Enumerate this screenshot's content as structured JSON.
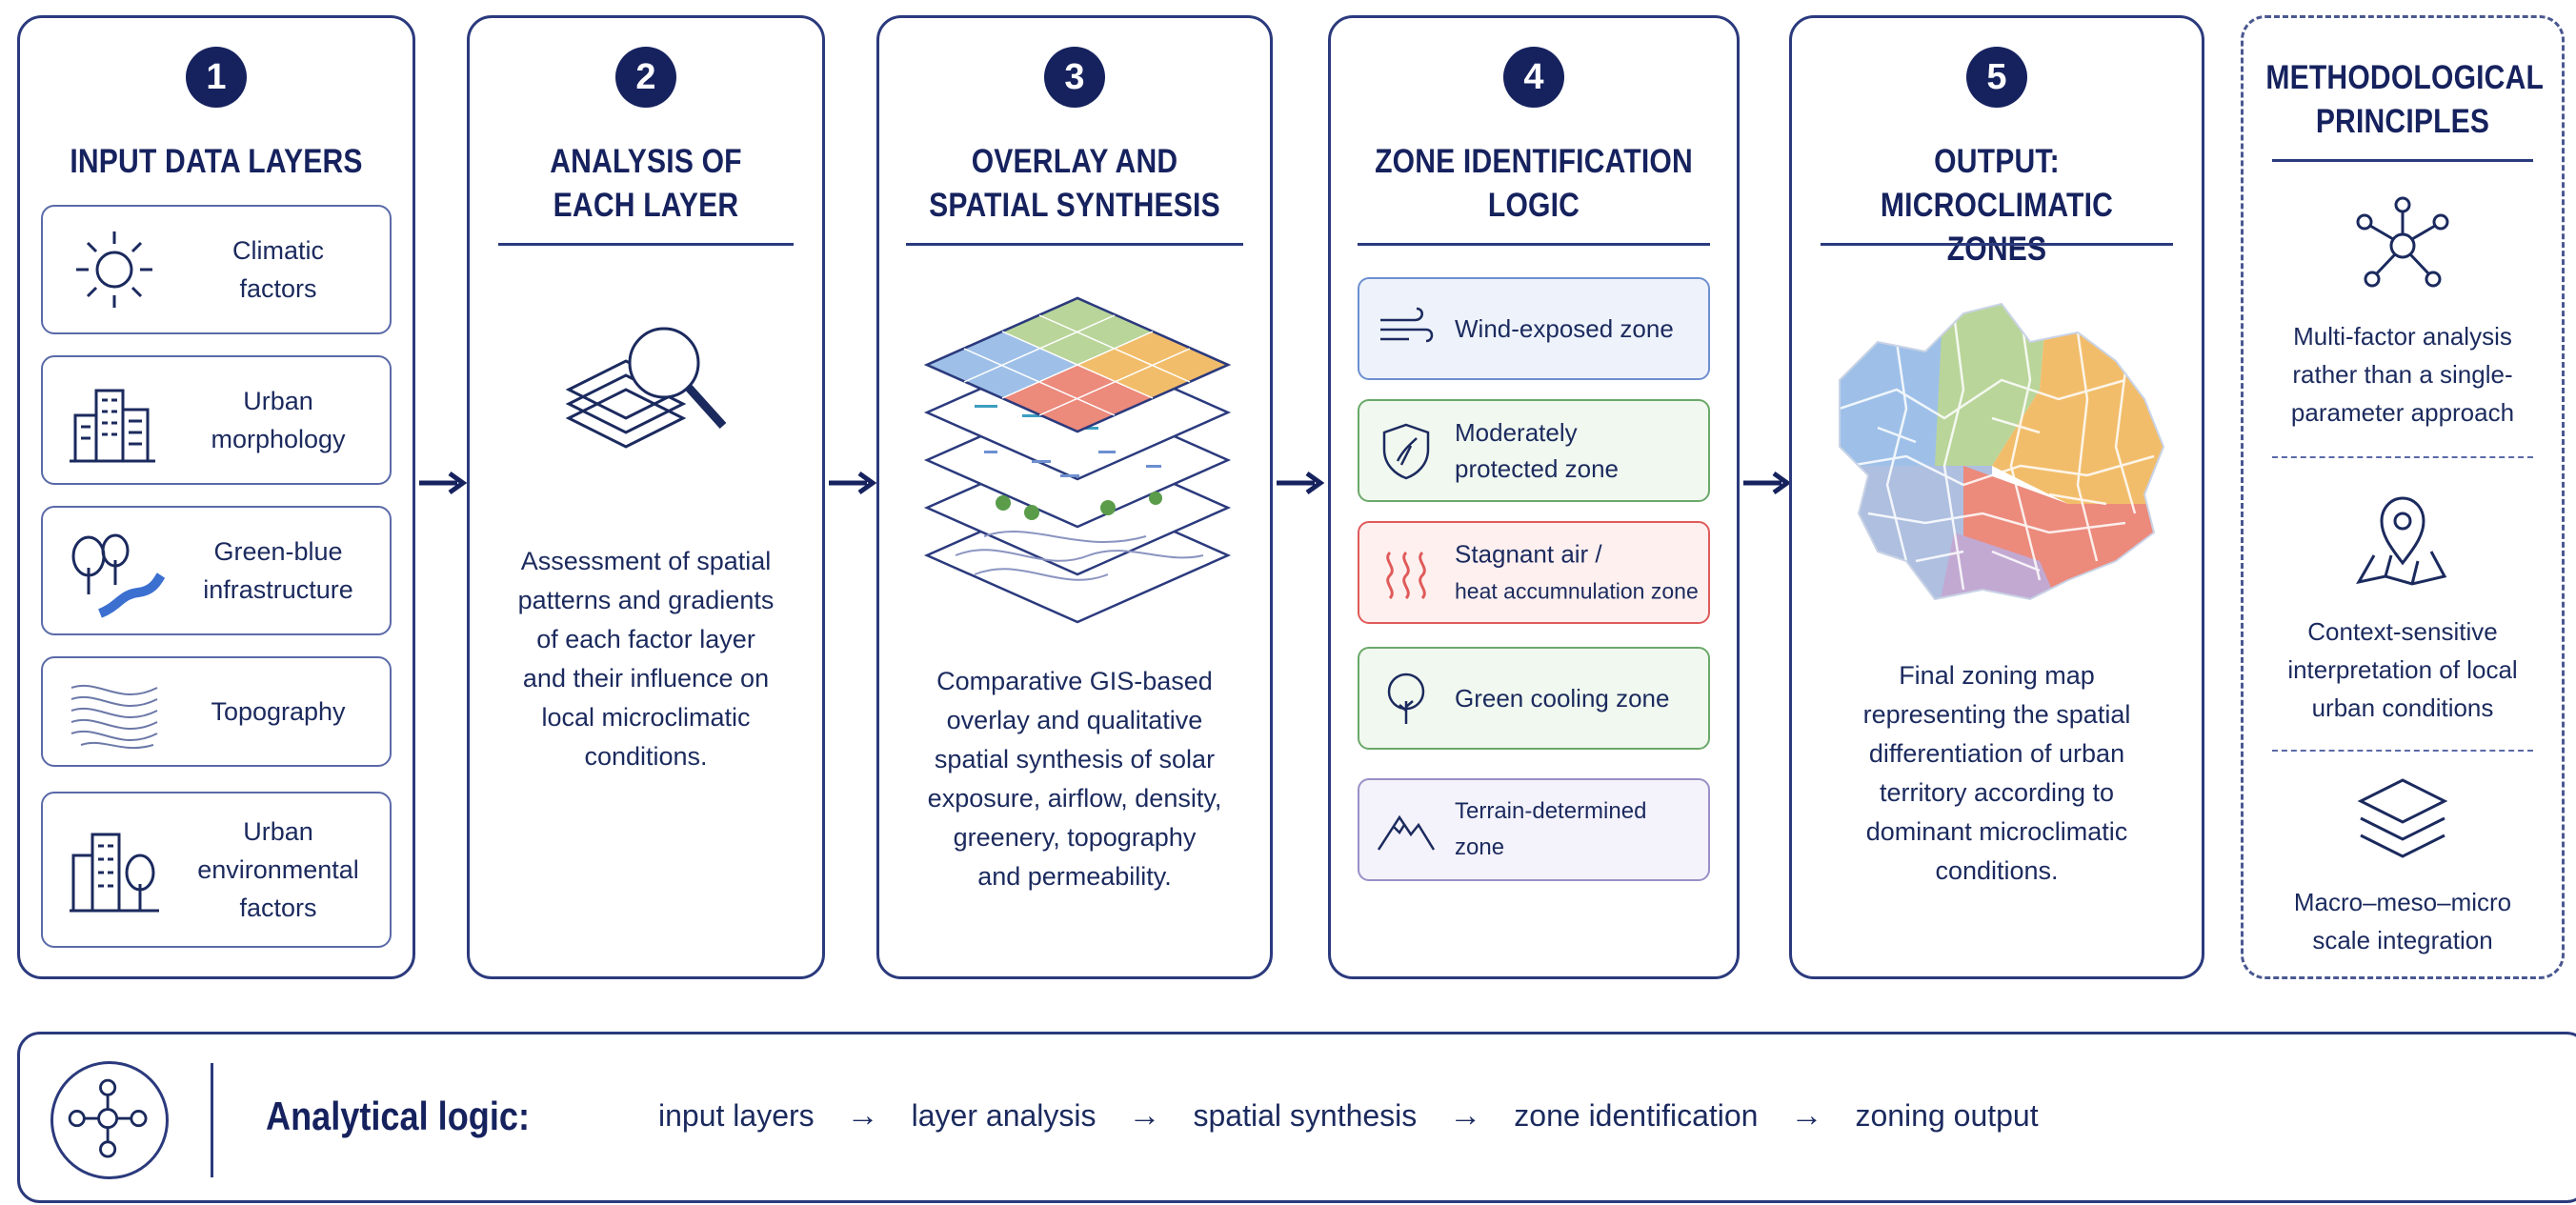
{
  "steps": [
    {
      "number": "1",
      "title_l1": "INPUT DATA LAYERS"
    },
    {
      "number": "2",
      "title_l1": "ANALYSIS OF",
      "title_l2": "EACH LAYER",
      "desc": [
        "Assessment of spatial",
        "patterns and gradients",
        "of each factor layer",
        "and their influence on",
        "local microclimatic",
        "conditions."
      ]
    },
    {
      "number": "3",
      "title_l1": "OVERLAY AND",
      "title_l2": "SPATIAL SYNTHESIS",
      "desc": [
        "Comparative GIS-based",
        "overlay and qualitative",
        "spatial synthesis of solar",
        "exposure, airflow, density,",
        "greenery, topography",
        "and permeability."
      ]
    },
    {
      "number": "4",
      "title_l1": "ZONE IDENTIFICATION",
      "title_l2": "LOGIC"
    },
    {
      "number": "5",
      "title_l1": "OUTPUT: MICROCLIMATIC",
      "title_l2": "ZONES",
      "desc": [
        "Final zoning map",
        "representing the spatial",
        "differentiation of urban",
        "territory according to",
        "dominant microclimatic",
        "conditions."
      ]
    }
  ],
  "inputs": [
    {
      "icon": "sun-icon",
      "l1": "Climatic",
      "l2": "factors"
    },
    {
      "icon": "buildings-icon",
      "l1": "Urban",
      "l2": "morphology"
    },
    {
      "icon": "tree-river-icon",
      "l1": "Green-blue",
      "l2": "infrastructure"
    },
    {
      "icon": "contour-lines-icon",
      "l1": "Topography",
      "l2": ""
    },
    {
      "icon": "building-tree-icon",
      "l1": "Urban",
      "l2": "environmental",
      "l3": "factors"
    }
  ],
  "zones": [
    {
      "icon": "wind-icon",
      "l1": "Wind-exposed zone",
      "l2": "",
      "color": "#6d8fd0",
      "bg": "#eef3fb"
    },
    {
      "icon": "shield-icon",
      "l1": "Moderately",
      "l2": "protected zone",
      "color": "#6aa86a",
      "bg": "#f1f8ef"
    },
    {
      "icon": "heat-waves-icon",
      "l1": "Stagnant air /",
      "l2": "heat accumnulation zone",
      "color": "#e05a5a",
      "bg": "#fdf0ef"
    },
    {
      "icon": "tree-icon",
      "l1": "Green cooling zone",
      "l2": "",
      "color": "#6aa86a",
      "bg": "#f1f8ef"
    },
    {
      "icon": "mountain-icon",
      "l1": "Terrain-determined zone",
      "l2": "",
      "color": "#9a8fc7",
      "bg": "#f4f2fa"
    }
  ],
  "principles": {
    "title_l1": "METHODOLOGICAL",
    "title_l2": "PRINCIPLES",
    "items": [
      {
        "icon": "network-icon",
        "lines": [
          "Multi-factor analysis",
          "rather than a single-",
          "parameter approach"
        ]
      },
      {
        "icon": "map-pin-icon",
        "lines": [
          "Context-sensitive",
          "interpretation of local",
          "urban conditions"
        ]
      },
      {
        "icon": "layers-icon",
        "lines": [
          "Macro–meso–micro",
          "scale integration"
        ]
      }
    ]
  },
  "analytical_logic": {
    "label": "Analytical logic:",
    "steps": [
      "input layers",
      "layer analysis",
      "spatial synthesis",
      "zone identification",
      "zoning output"
    ],
    "separator": "→"
  },
  "colors": {
    "navy": "#16225e",
    "border": "#2b3a7d",
    "map_blue": "#9ec0e8",
    "map_green": "#b9d59a",
    "map_orange": "#f2bd6a",
    "map_red": "#ec8a7c",
    "map_purple": "#c2a9d2"
  }
}
